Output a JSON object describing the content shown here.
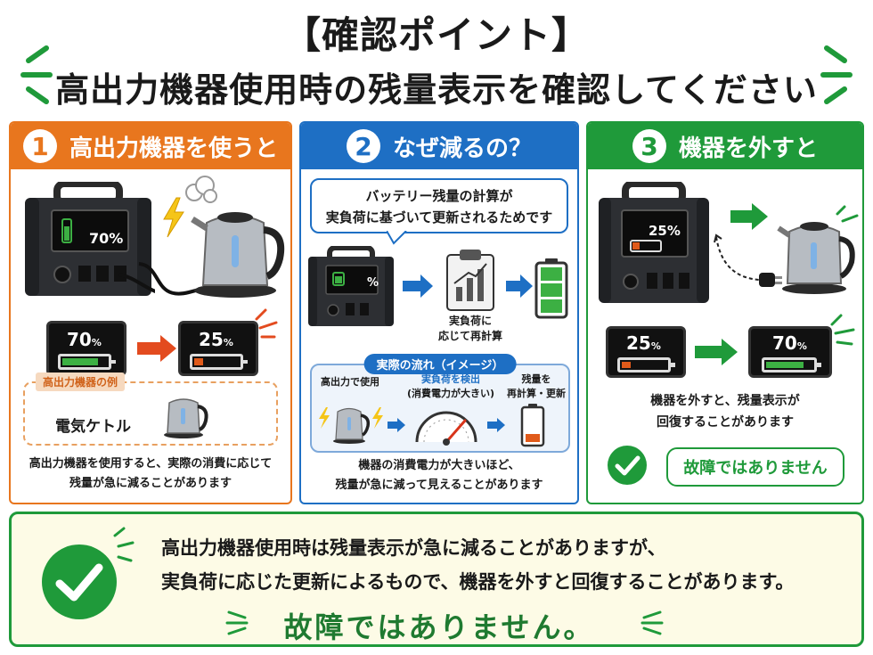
{
  "header": {
    "title": "【確認ポイント】",
    "subtitle": "高出力機器使用時の残量表示を確認してください"
  },
  "panel1": {
    "number": "1",
    "title": "高出力機器を使うと",
    "lcd_main": "70%",
    "before_pct": "70",
    "after_pct": "25",
    "pct_unit": "%",
    "example_tag": "高出力機器の例",
    "example_label": "電気ケトル",
    "desc_line1": "高出力機器を使用すると、実際の消費に応じて",
    "desc_line2": "残量が急に減ることがあります"
  },
  "panel2": {
    "number": "2",
    "title": "なぜ減るの？",
    "bubble_line1": "バッテリー残量の計算が",
    "bubble_line2": "実負荷に基づいて更新されるためです",
    "lcd_main": "%",
    "calc_label_line1": "実負荷に",
    "calc_label_line2": "応じて再計算",
    "flow_title": "実際の流れ（イメージ）",
    "flow_step1": "高出力で使用",
    "flow_step2_line1": "実負荷を検出",
    "flow_step2_line2": "(消費電力が大きい)",
    "flow_step3_line1": "残量を",
    "flow_step3_line2": "再計算・更新",
    "desc_line1": "機器の消費電力が大きいほど、",
    "desc_line2": "残量が急に減って見えることがあります"
  },
  "panel3": {
    "number": "3",
    "title": "機器を外すと",
    "lcd_main": "25%",
    "before_pct": "25",
    "after_pct": "70",
    "pct_unit": "%",
    "desc_line1": "機器を外すと、残量表示が",
    "desc_line2": "回復することがあります",
    "ok_text": "故障ではありません"
  },
  "summary": {
    "line1": "高出力機器使用時は残量表示が急に減ることがありますが、",
    "line2": "実負荷に応じた更新によるもので、機器を外すと回復することがあります。",
    "ok_text": "故障ではありません。"
  },
  "colors": {
    "orange": "#e8761e",
    "blue": "#1e6fc4",
    "green": "#1f9a3a",
    "battery_green": "#3cb043",
    "battery_orange": "#e05a1a",
    "summary_bg": "#fdfbe6"
  },
  "icons": [
    "power-station-icon",
    "kettle-icon",
    "lightning-icon",
    "steam-icon",
    "clipboard-chart-icon",
    "gauge-icon",
    "battery-icon",
    "plug-icon",
    "check-icon",
    "arrow-right-icon"
  ]
}
